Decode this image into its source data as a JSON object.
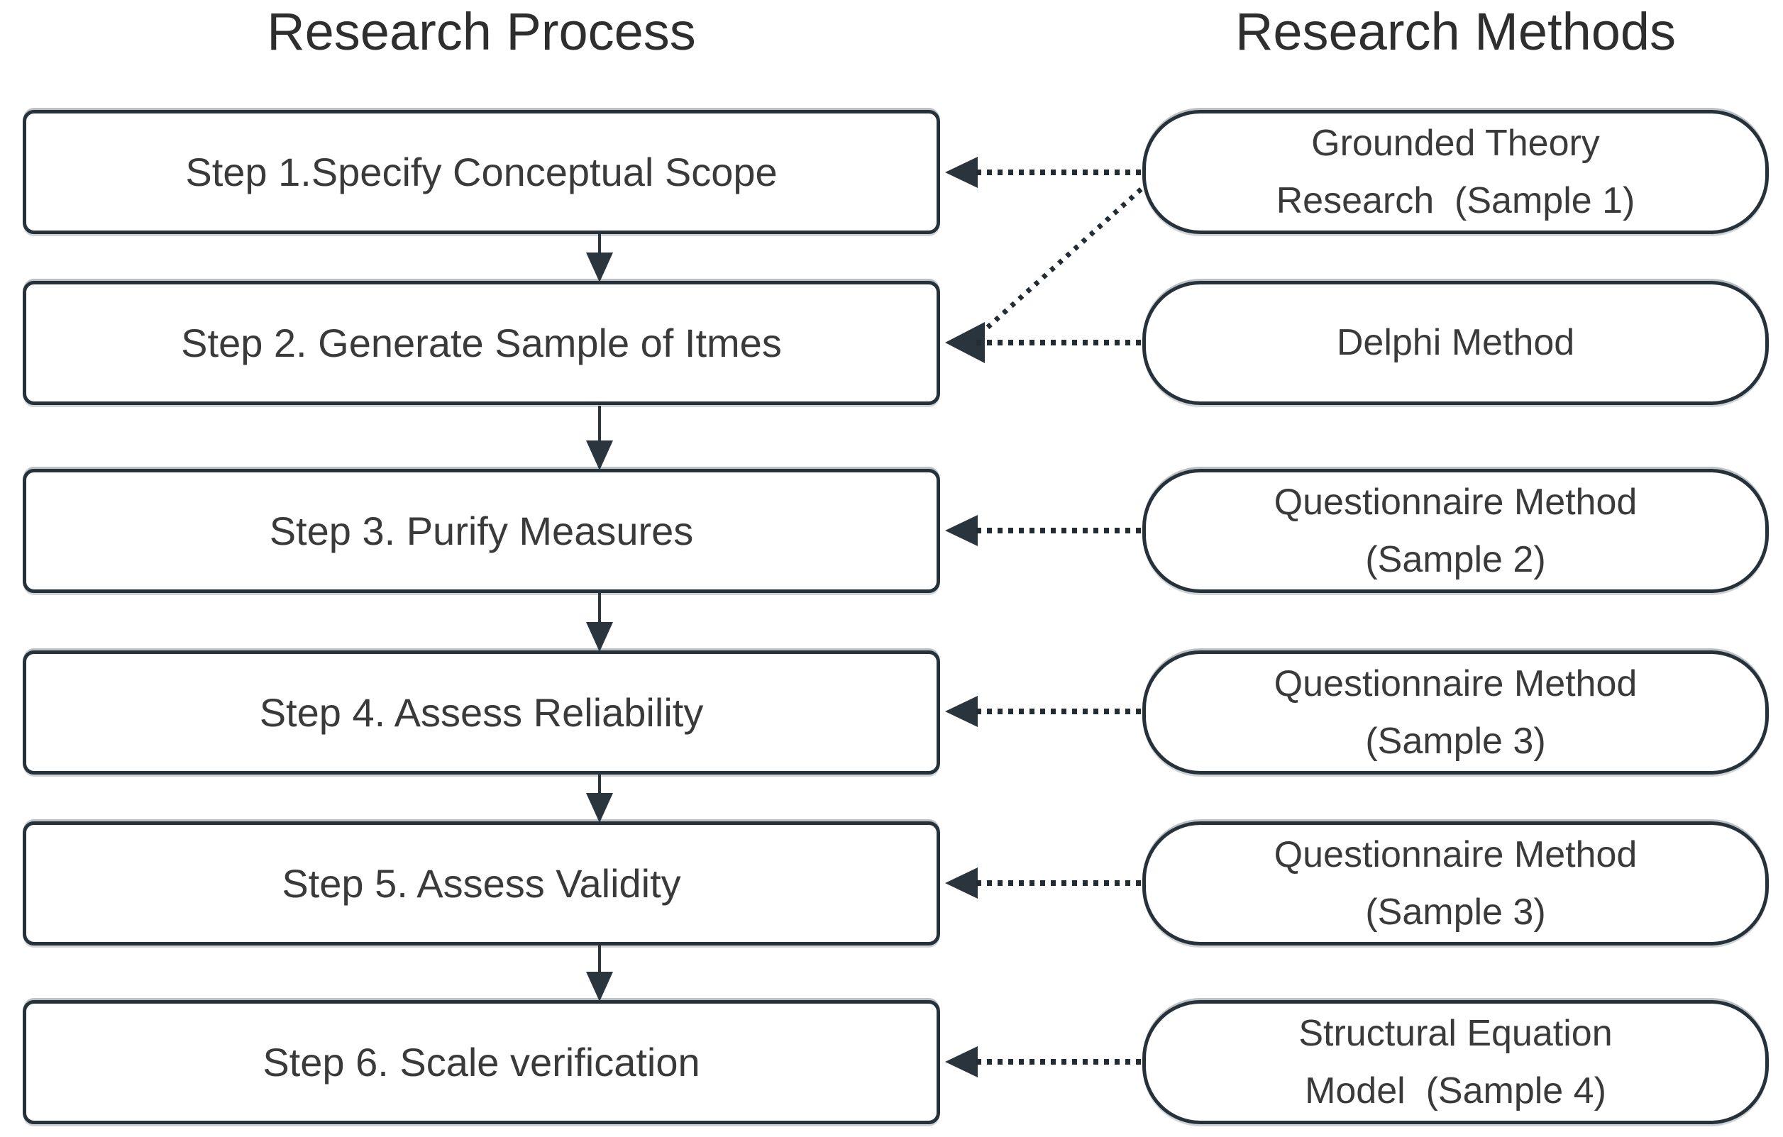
{
  "titles": {
    "left": "Research Process",
    "right": "Research Methods"
  },
  "process": {
    "steps": [
      "Step 1.Specify Conceptual Scope",
      "Step 2. Generate Sample of Itmes",
      "Step 3. Purify Measures",
      "Step 4. Assess Reliability",
      "Step 5. Assess Validity",
      "Step 6. Scale verification"
    ]
  },
  "methods": {
    "items": [
      {
        "text": "Grounded Theory\nResearch  (Sample 1)"
      },
      {
        "text": "Delphi Method"
      },
      {
        "text": "Questionnaire Method\n(Sample 2)"
      },
      {
        "text": "Questionnaire Method\n(Sample 3)"
      },
      {
        "text": "Questionnaire Method\n(Sample 3)"
      },
      {
        "text": "Structural Equation\nModel  (Sample 4)"
      }
    ]
  },
  "connections": {
    "method_to_steps": [
      [
        1,
        2
      ],
      [
        2
      ],
      [
        3
      ],
      [
        4
      ],
      [
        5
      ],
      [
        6
      ]
    ],
    "step_flow": [
      1,
      2,
      3,
      4,
      5,
      6
    ]
  },
  "colors": {
    "stroke": "#26313a",
    "text": "#3a3a3a",
    "background": "#ffffff"
  }
}
